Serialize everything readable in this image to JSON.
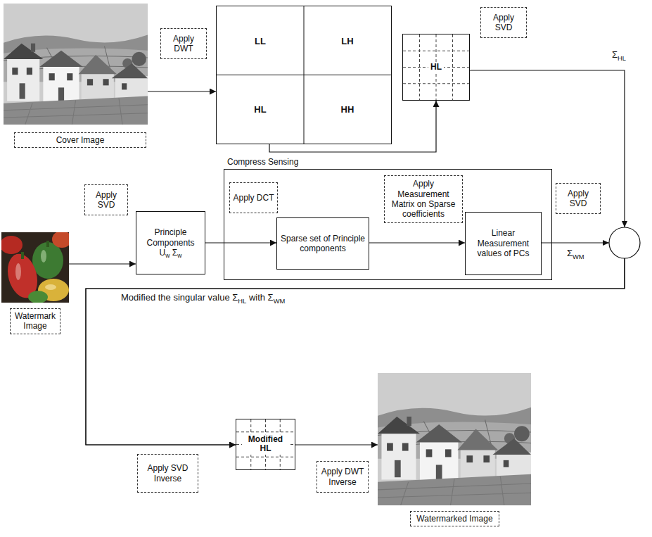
{
  "diagram": {
    "nodes": [
      {
        "text": [
          "Cover Image"
        ]
      },
      {
        "text": [
          "Apply DWT"
        ]
      },
      {
        "text": [
          "LL",
          "LH",
          "HL",
          "HH"
        ]
      },
      {
        "text": [
          "HL"
        ]
      },
      {
        "text": [
          "Apply SVD"
        ]
      },
      {
        "text": [
          "Compress Sensing"
        ]
      },
      {
        "text": [
          "Watermark Image"
        ]
      },
      {
        "text": [
          "Apply SVD"
        ]
      },
      {
        "text": [
          "Principle Components",
          "Uw Σw"
        ]
      },
      {
        "text": [
          "Apply DCT"
        ],
        "in": 5
      },
      {
        "text": [
          "Sparse set of Principle components"
        ],
        "in": 5
      },
      {
        "text": [
          "Apply Measurement Matrix on Sparse coefficients"
        ],
        "in": 5
      },
      {
        "text": [
          "Linear Measurement values of PCs"
        ],
        "in": 5
      },
      {
        "text": [
          "Apply SVD"
        ]
      },
      {
        "text": [
          "Apply SVD Inverse"
        ]
      },
      {
        "text": [
          "Modified HL"
        ]
      },
      {
        "text": [
          "Apply DWT Inverse"
        ]
      },
      {
        "text": [
          "Watermarked Image"
        ]
      }
    ],
    "edges": [
      {
        "from": 0,
        "to": 2,
        "arrow": "to"
      },
      {
        "from": 2,
        "to": 3,
        "arrow": "to"
      },
      {
        "from": 6,
        "to": 8,
        "arrow": "to"
      },
      {
        "from": 8,
        "to": 10,
        "arrow": "to"
      },
      {
        "from": 10,
        "to": 12,
        "arrow": "to"
      },
      {
        "from": 3,
        "to": 15,
        "label": "ΣHL",
        "arrow": "to"
      },
      {
        "from": 12,
        "to": 15,
        "label": "ΣWM",
        "arrow": "to"
      },
      {
        "from": 15,
        "to": 17,
        "arrow": "to"
      }
    ],
    "labels": [
      "Modified the singular value ΣHL with ΣWM"
    ]
  }
}
